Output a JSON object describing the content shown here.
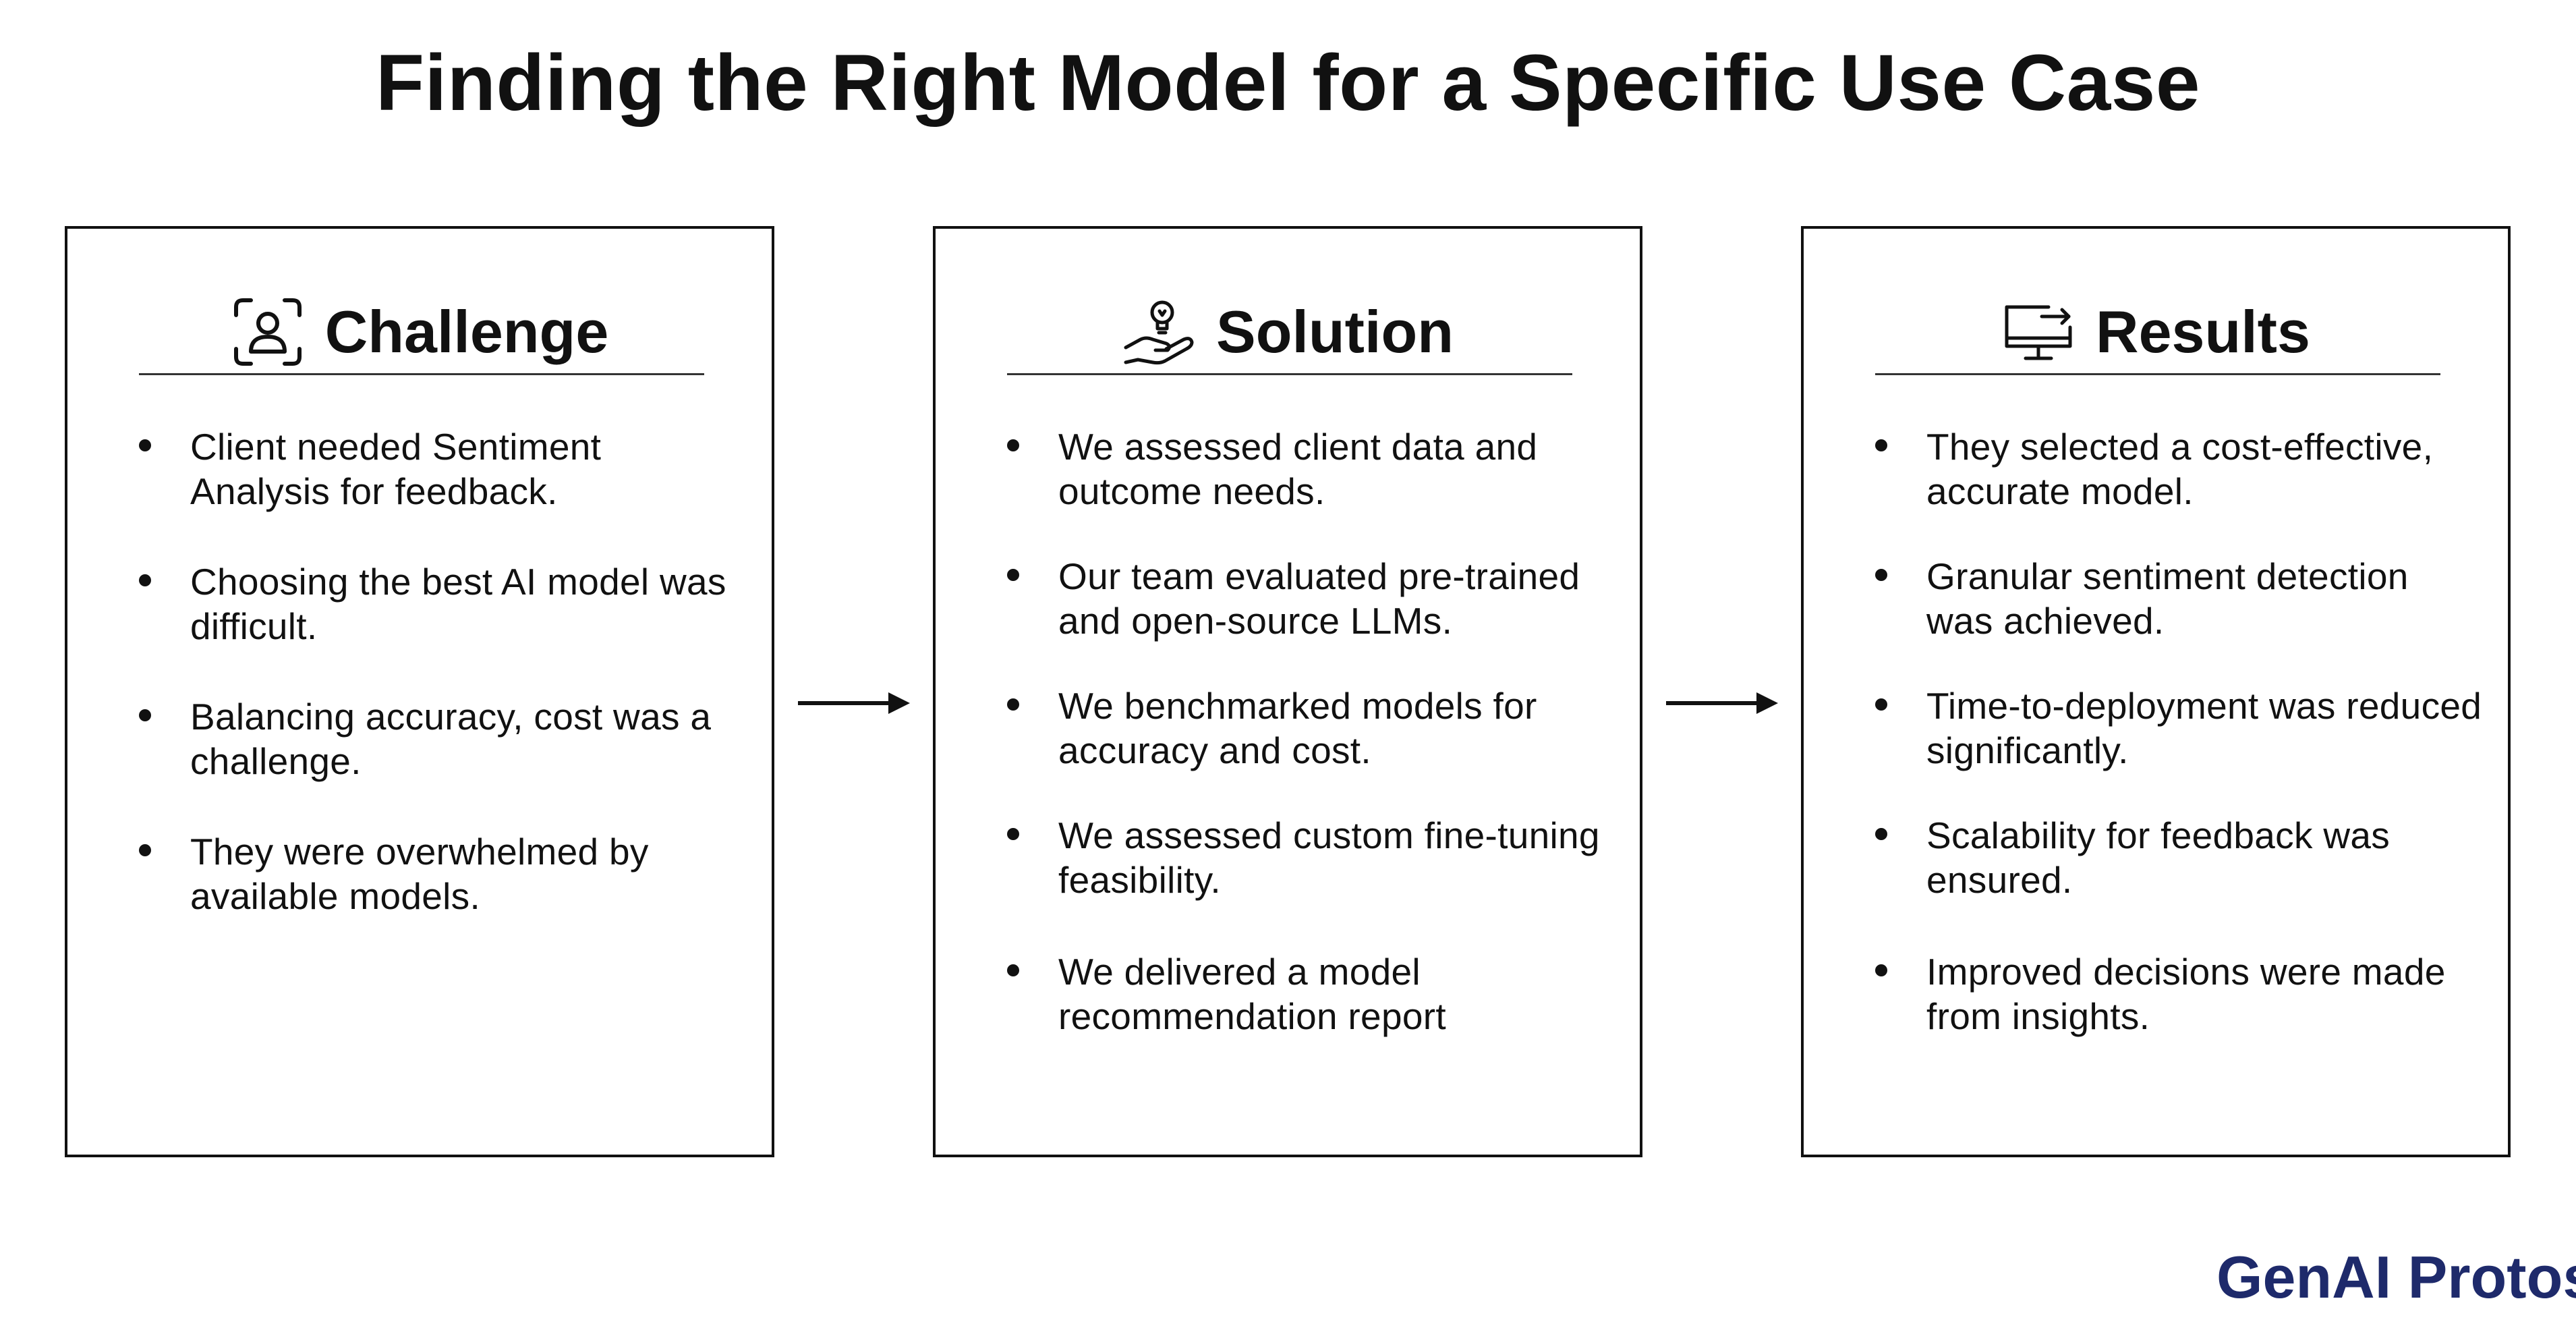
{
  "title": "Finding the Right Model for a Specific Use Case",
  "cards": [
    {
      "title": "Challenge",
      "icon": "face-scan-icon",
      "bullets": [
        "Client needed Sentiment Analysis for feedback.",
        "Choosing the best AI model was difficult.",
        "Balancing accuracy, cost was a challenge.",
        "They were overwhelmed by available models."
      ]
    },
    {
      "title": "Solution",
      "icon": "lightbulb-hand-icon",
      "bullets": [
        "We assessed client data and outcome needs.",
        "Our team evaluated pre-trained and open-source LLMs.",
        "We benchmarked models for accuracy and cost.",
        "We assessed custom fine-tuning feasibility.",
        "We delivered a model recommendation report"
      ]
    },
    {
      "title": "Results",
      "icon": "monitor-arrow-icon",
      "bullets": [
        "They selected a cost-effective, accurate model.",
        "Granular sentiment detection was achieved.",
        "Time-to-deployment was reduced significantly.",
        "Scalability for feedback was ensured.",
        "Improved decisions were made from insights."
      ]
    }
  ],
  "brand": "GenAI Protos",
  "colors": {
    "text": "#111111",
    "border": "#111111",
    "brand": "#1e2a6b",
    "brand_accent": "#3b5bdb"
  }
}
